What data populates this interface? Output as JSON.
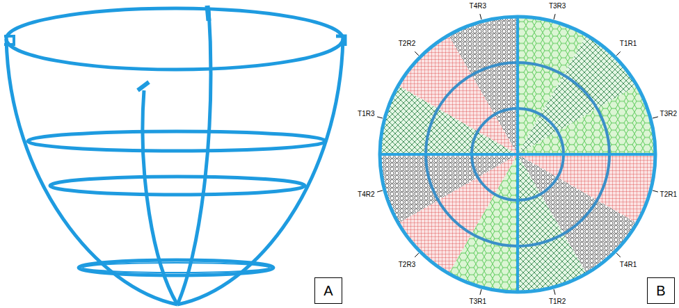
{
  "diagram": {
    "nodes": [
      {
        "text": [
          "A"
        ]
      },
      {
        "text": [
          "B"
        ]
      }
    ],
    "labels": [
      "T3R3",
      "T1R1",
      "T3R2",
      "T2R1",
      "T4R1",
      "T1R2",
      "T3R1",
      "T2R3",
      "T4R2",
      "T1R3",
      "T2R2",
      "T4R3"
    ]
  }
}
